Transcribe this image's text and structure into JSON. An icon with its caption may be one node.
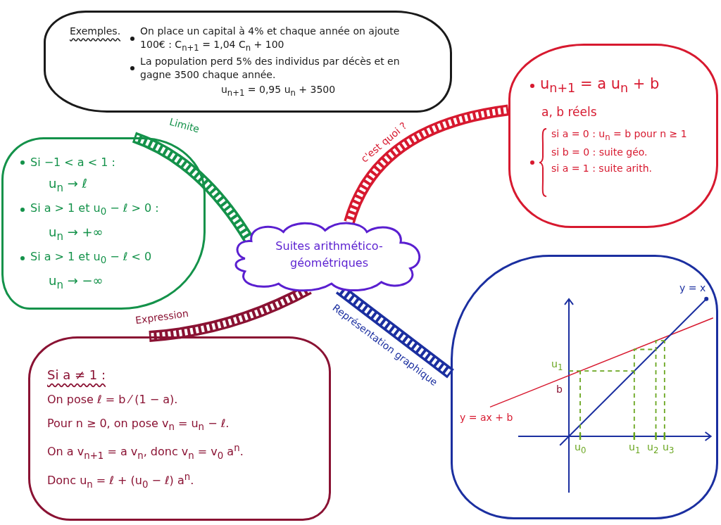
{
  "diagram": {
    "nodes": [
      {
        "text": [
          "Exemples.",
          "On place un capital à 4% et chaque année on ajoute 100€ : C$_{n+1}$ = 1,04 C$_{n}$ + 100",
          "La population perd 5% des individus par décès et en gagne 3500 chaque année.",
          "u$_{n+1}$ = 0,95 u$_{n}$ + 3500"
        ]
      },
      {
        "text": [
          "u$_{n+1}$ = a u$_{n}$ + b",
          "a, b réels",
          "si a = 0 : u$_{n}$ = b pour n ≥ 1",
          "si b = 0 : suite géo.",
          "si a = 1 : suite arith."
        ]
      },
      {
        "text": [
          "Si −1 < a < 1 :",
          "u$_{n}$ → ℓ",
          "Si a > 1 et u$_{0}$ − ℓ > 0 :",
          "u$_{n}$ → +∞",
          "Si a > 1 et u$_{0}$ − ℓ < 0",
          "u$_{n}$ → −∞"
        ]
      },
      {
        "text": [
          "Suites arithmético-géométriques"
        ]
      },
      {
        "text": [
          "Si a ≠ 1 :",
          "On pose ℓ = b ⁄ (1 − a).",
          "Pour n ≥ 0, on pose v$_{n}$ = u$_{n}$ − ℓ.",
          "On a v$_{n+1}$ = a v$_{n}$, donc v$_{n}$ = v$_{0}$ a$^{n}$.",
          "Donc u$_{n}$ = ℓ + (u$_{0}$ − ℓ) a$^{n}$."
        ]
      },
      {
        "text": [],
        "shape": "box"
      }
    ],
    "edges": [
      {
        "from": 3,
        "to": 1,
        "arrow": "none",
        "label": "c'est quoi ?",
        "color": "#d7192f"
      },
      {
        "from": 3,
        "to": 2,
        "arrow": "none",
        "label": "Limite",
        "color": "#14924a"
      },
      {
        "from": 3,
        "to": 4,
        "arrow": "none",
        "label": "Expression",
        "color": "#8a1233"
      },
      {
        "from": 3,
        "to": 5,
        "arrow": "none",
        "label": "Représentation graphique",
        "color": "#1b2fa0"
      }
    ],
    "labels": [
      "y = x",
      "u$_{1}$",
      "b",
      "y = ax + b",
      "u$_{0}$",
      "u$_{1}$",
      "u$_{2}$",
      "u$_{3}$"
    ]
  }
}
